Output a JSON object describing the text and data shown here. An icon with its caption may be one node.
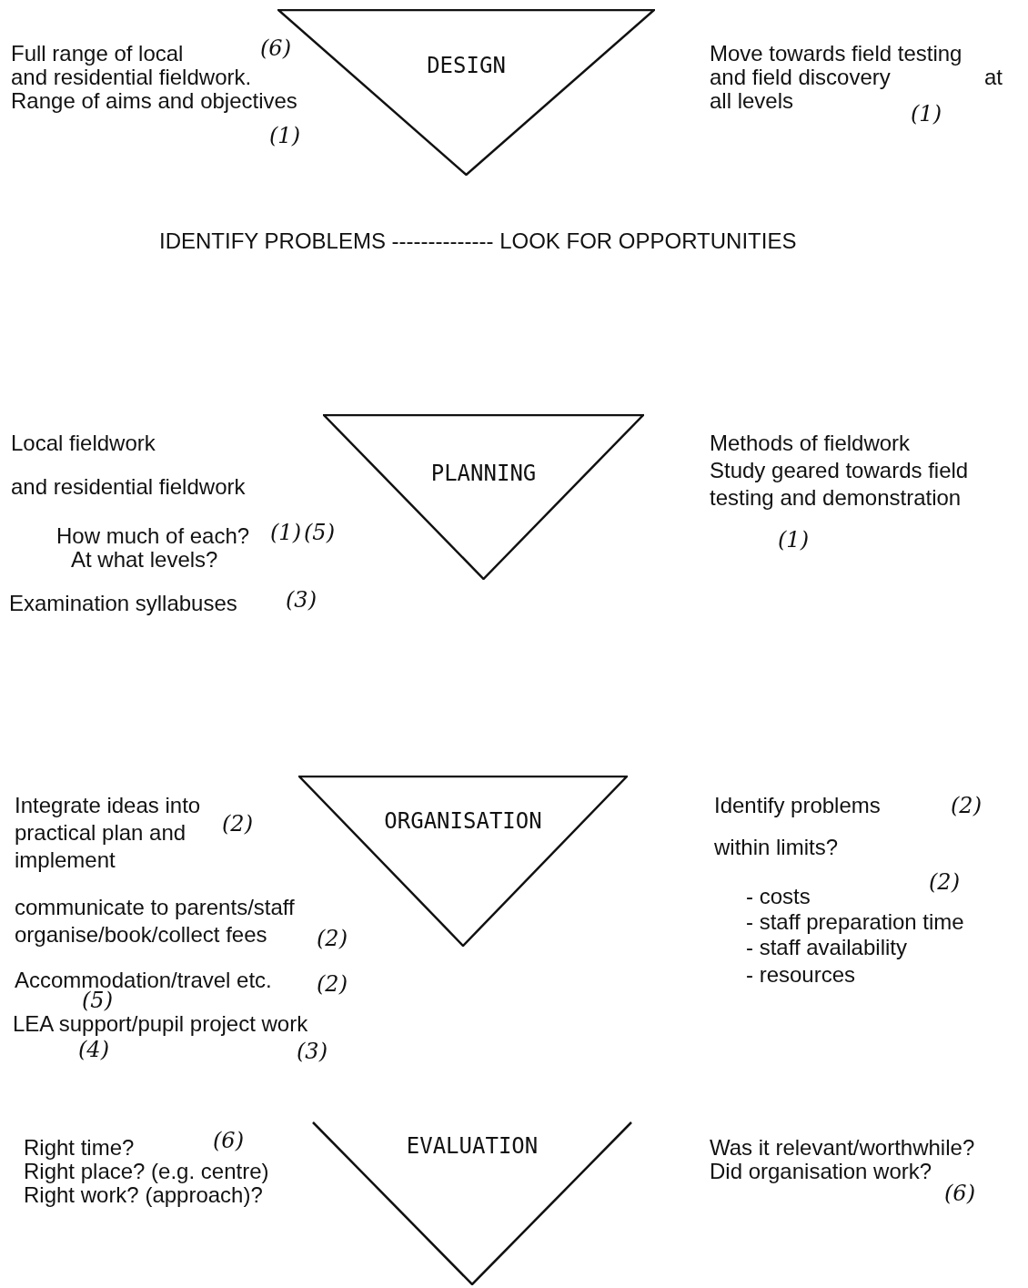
{
  "diagram": {
    "nodes": [
      {
        "text": [
          "DESIGN"
        ]
      },
      {
        "text": [
          "PLANNING"
        ]
      },
      {
        "text": [
          "ORGANISATION"
        ]
      },
      {
        "text": [
          "EVALUATION"
        ]
      }
    ],
    "labels": [
      "Full range of local",
      "(6)",
      "and residential fieldwork.",
      "Range of aims and objectives",
      "(1)",
      "Move towards field testing",
      "and field discovery",
      "at",
      "all levels",
      "(1)",
      "IDENTIFY PROBLEMS -------------- LOOK FOR OPPORTUNITIES",
      "Local fieldwork",
      "and residential fieldwork",
      "How much of each?",
      "(1)",
      "(5)",
      "At what levels?",
      "Examination syllabuses",
      "(3)",
      "Methods of fieldwork",
      "Study geared towards field",
      "testing and demonstration",
      "(1)",
      "Integrate ideas into",
      "practical plan and",
      "(2)",
      "implement",
      "communicate to parents/staff",
      "organise/book/collect fees",
      "(2)",
      "Accommodation/travel etc.",
      "(2)",
      "(5)",
      "LEA support/pupil project work",
      "(4)",
      "(3)",
      "Identify problems",
      "(2)",
      "within limits?",
      "(2)",
      "- costs",
      "- staff preparation time",
      "- staff availability",
      "- resources",
      "Right time?",
      "(6)",
      "Right place? (e.g. centre)",
      "Right work? (approach)?",
      "Was it relevant/worthwhile?",
      "Did organisation work?",
      "(6)"
    ]
  }
}
